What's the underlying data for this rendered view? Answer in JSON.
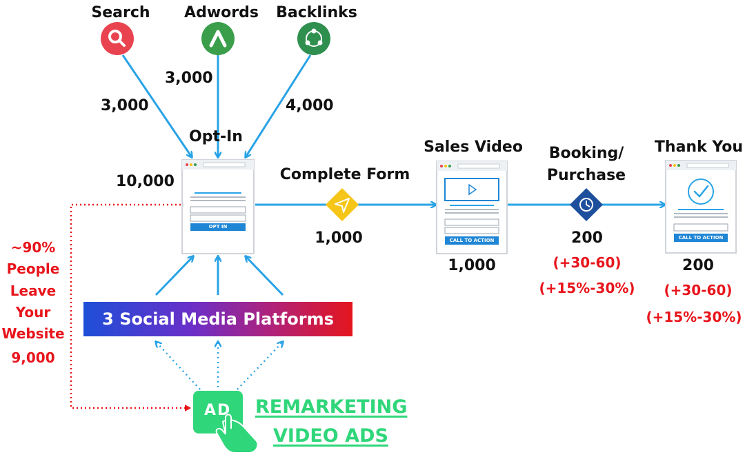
{
  "sources": [
    {
      "name": "Search",
      "count": "3,000",
      "color": "#e8434f"
    },
    {
      "name": "Adwords",
      "count": "3,000",
      "color": "#3a9e4a"
    },
    {
      "name": "Backlinks",
      "count": "4,000",
      "color": "#2f8f4f"
    }
  ],
  "optin": {
    "title": "Opt-In",
    "count": "10,000",
    "button": "OPT IN"
  },
  "complete_form": {
    "label": "Complete Form",
    "count": "1,000"
  },
  "sales_video": {
    "title": "Sales Video",
    "count": "1,000",
    "button": "CALL TO ACTION"
  },
  "booking": {
    "title_line1": "Booking/",
    "title_line2": "Purchase",
    "count": "200",
    "range": "(+30-60)",
    "percent": "(+15%-30%)"
  },
  "thank_you": {
    "title": "Thank You",
    "count": "200",
    "range": "(+30-60)",
    "percent": "(+15%-30%)",
    "button": "CALL TO ACTION"
  },
  "leave": {
    "line1": "~90%",
    "line2": "People",
    "line3": "Leave",
    "line4": "Your",
    "line5": "Website",
    "line6": "9,000"
  },
  "social": {
    "label": "3 Social Media Platforms"
  },
  "remarketing": {
    "ad_text": "AD",
    "line1": "REMARKETING",
    "line2": "VIDEO ADS"
  },
  "colors": {
    "arrow": "#29a3e6",
    "red": "#e8141b",
    "green": "#2fd67a",
    "diamond_yellow": "#f5c518",
    "diamond_blue": "#1e4f9c"
  }
}
